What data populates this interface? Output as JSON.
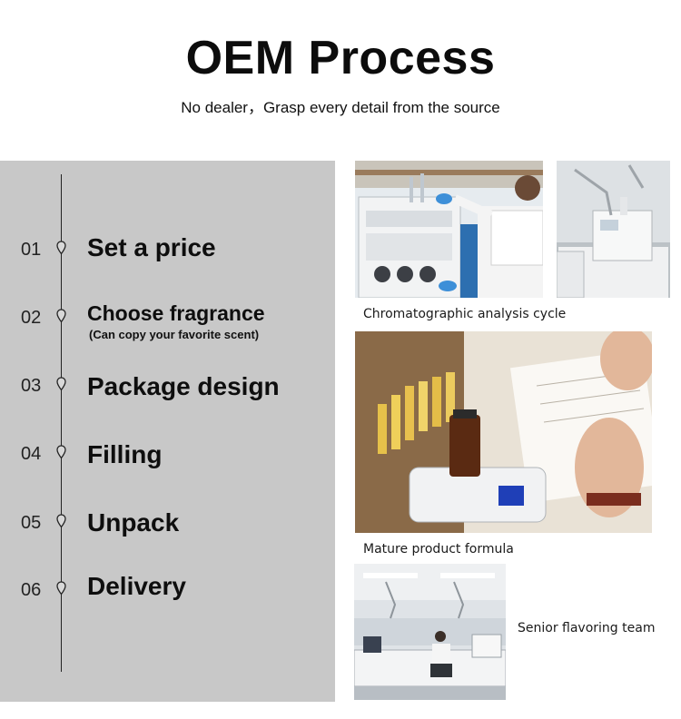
{
  "header": {
    "title": "OEM Process",
    "subtitle": "No dealer，Grasp every detail from the source"
  },
  "steps": [
    {
      "num": "01",
      "label": "Set a price"
    },
    {
      "num": "02",
      "label": "Choose fragrance",
      "note": "(Can copy your favorite scent)"
    },
    {
      "num": "03",
      "label": "Package design"
    },
    {
      "num": "04",
      "label": "Filling"
    },
    {
      "num": "05",
      "label": "Unpack"
    },
    {
      "num": "06",
      "label": "Delivery"
    }
  ],
  "photos": {
    "cap1": "Chromatographic analysis cycle",
    "cap2": "Mature product formula",
    "cap3": "Senior flavoring team"
  }
}
